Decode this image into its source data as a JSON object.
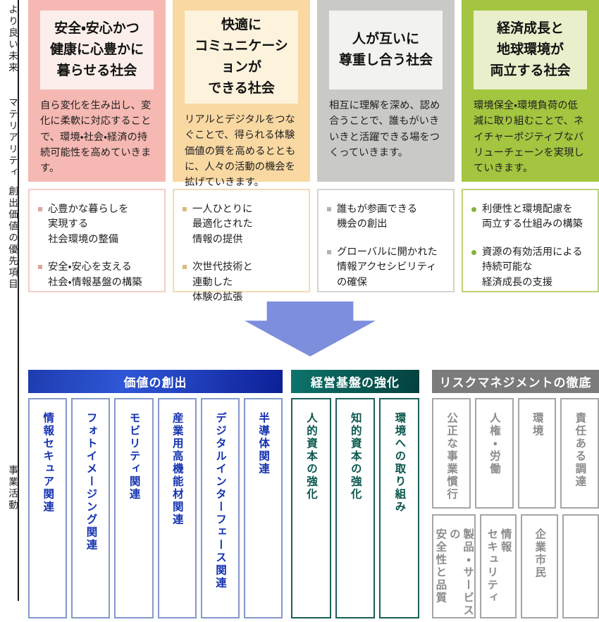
{
  "sidebar": {
    "labels": [
      "より良い未来",
      "マテリアリティ",
      "創出価値の優先項目",
      "事業活動"
    ]
  },
  "pillars": [
    {
      "title": "安全・安心かつ\n健康に心豊かに\n暮らせる社会",
      "description": "自ら変化を生み出し、変化に柔軟に対応することで、環境・社会・経済の持続可能性を高めていきます。",
      "priorities": [
        "心豊かな暮らしを\n実現する\n社会環境の整備",
        "安全・安心を支える\n社会・情報基盤の構築"
      ]
    },
    {
      "title": "快適に\nコミュニケーションが\nできる社会",
      "description": "リアルとデジタルをつなぐことで、得られる体験価値の質を高めるとともに、人々の活動の機会を拡げていきます。",
      "priorities": [
        "一人ひとりに\n最適化された\n情報の提供",
        "次世代技術と\n連動した\n体験の拡張"
      ]
    },
    {
      "title": "人が互いに\n尊重し合う社会",
      "description": "相互に理解を深め、認め合うことで、誰もがいきいきと活躍できる場をつくっていきます。",
      "priorities": [
        "誰もが参画できる\n機会の創出",
        "グローバルに開かれた\n情報アクセシビリティ\nの確保"
      ]
    },
    {
      "title": "経済成長と\n地球環境が\n両立する社会",
      "description": "環境保全・環境負荷の低減に取り組むことで、ネイチャーポジティブなバリューチェーンを実現していきます。",
      "priorities": [
        "利便性と環境配慮を\n両立する仕組みの構築",
        "資源の有効活用による\n持続可能な\n経済成長の支援"
      ]
    }
  ],
  "sections": {
    "value_creation": {
      "title": "価値の創出",
      "items": [
        "情報セキュア関連",
        "フォトイメージング関連",
        "モビリティ関連",
        "産業用高機能材関連",
        "デジタルインターフェース関連",
        "半導体関連"
      ]
    },
    "management_base": {
      "title": "経営基盤の強化",
      "items": [
        "人的資本の強化",
        "知的資本の強化",
        "環境への取り組み"
      ]
    },
    "risk_management": {
      "title": "リスクマネジメントの徹底",
      "items_top": [
        "公正な事業慣行",
        "人権・労働",
        "環境",
        "責任ある調達"
      ],
      "items_bottom": [
        "製品・サービスの\n安全性と品質",
        "情報\nセキュリティ",
        "企業市民",
        ""
      ]
    }
  },
  "colors": {
    "pillar_pink": "#f6b8b2",
    "pillar_orange": "#f9d8a2",
    "pillar_gray": "#c9c9c6",
    "pillar_green": "#a3c53f",
    "value_creation_blue": "#1533b0",
    "management_base_teal": "#0a574d",
    "risk_management_gray": "#7b7b7b",
    "arrow_blue": "#7d8edd"
  }
}
